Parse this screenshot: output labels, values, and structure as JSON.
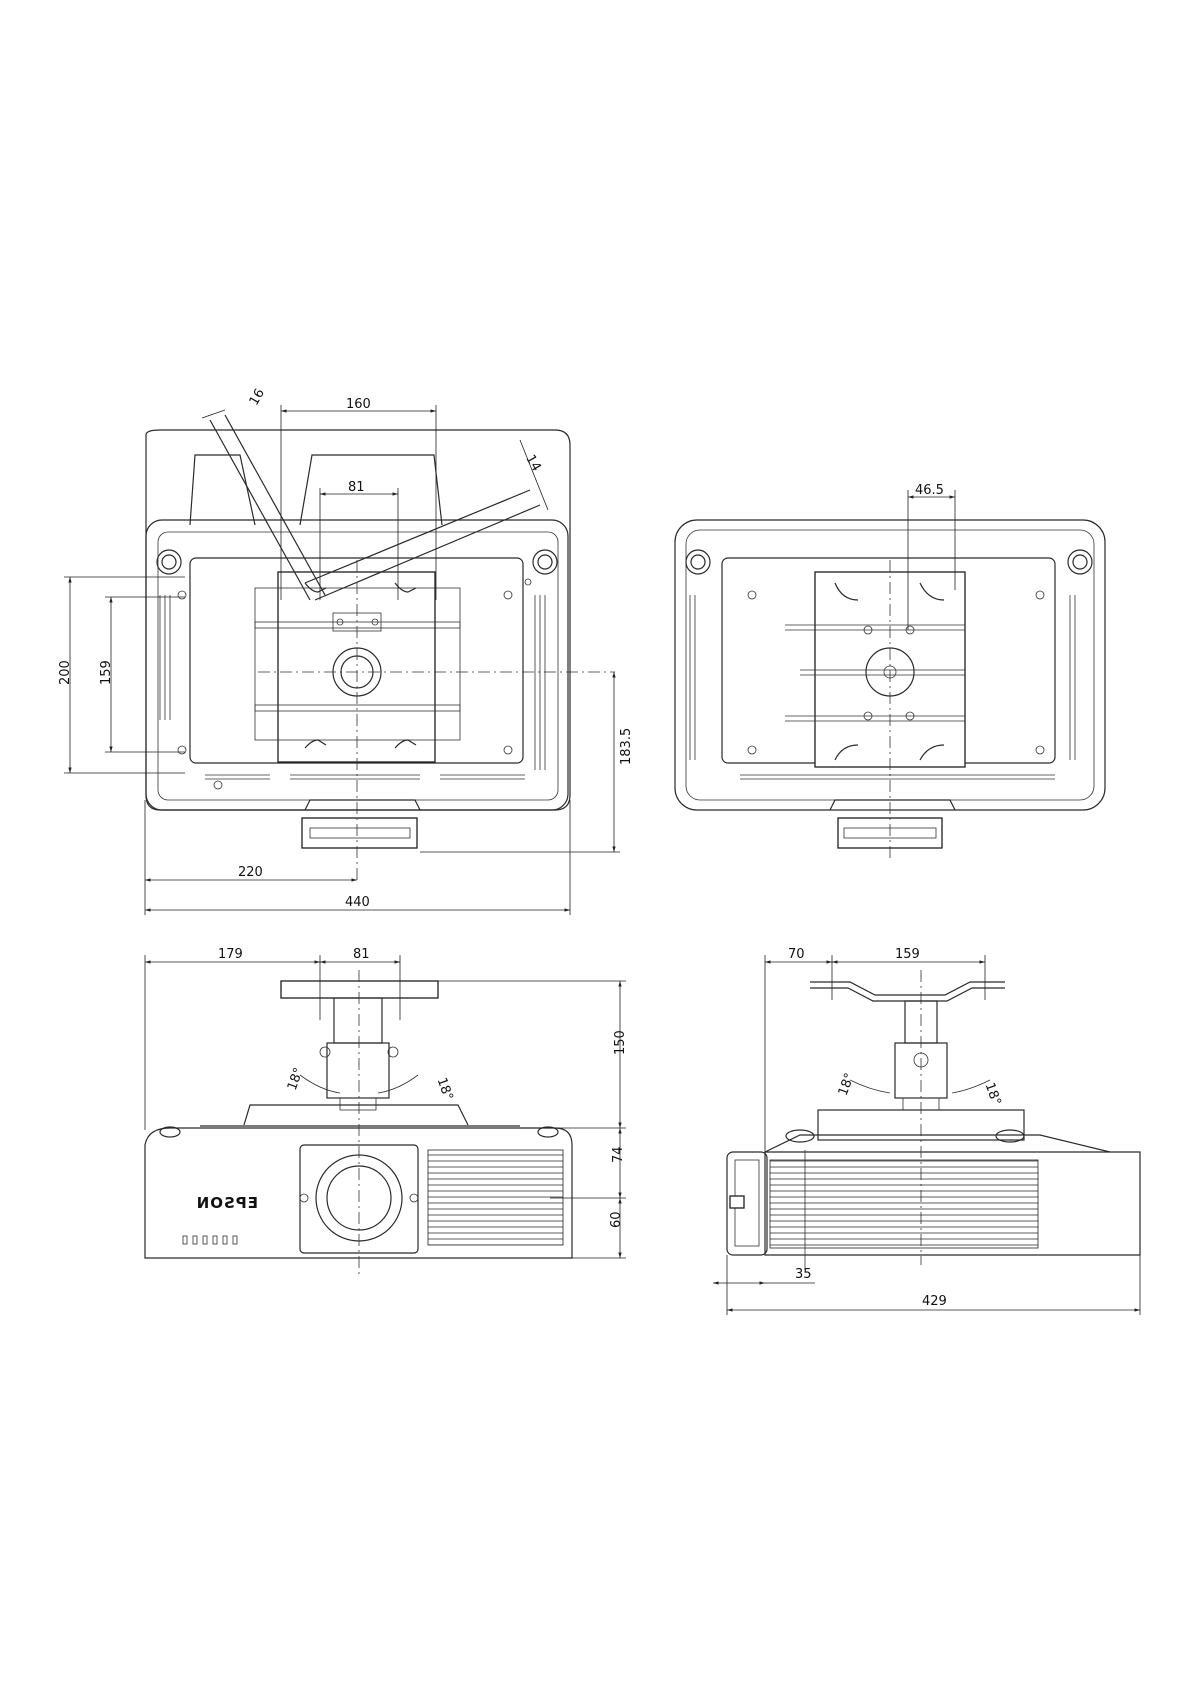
{
  "logo_text": "EPSON",
  "views": {
    "bottom": {
      "dims": {
        "angle_width": "16",
        "span_top": "160",
        "side_right": "14",
        "inner_top": "81",
        "height_outer": "200",
        "height_inner": "159",
        "right_vertical": "183.5",
        "half_width": "220",
        "full_width": "440"
      }
    },
    "bottom_alt": {
      "dims": {
        "top": "46.5"
      }
    },
    "front": {
      "dims": {
        "left_offset": "179",
        "plate_width": "81",
        "height_total": "150",
        "height_body": "74",
        "height_base": "60",
        "angle_left": "18°",
        "angle_right": "18°"
      }
    },
    "side": {
      "dims": {
        "left_offset": "70",
        "plate_width": "159",
        "angle_left": "18°",
        "angle_right": "18°",
        "lens_offset": "35",
        "depth": "429"
      }
    }
  }
}
